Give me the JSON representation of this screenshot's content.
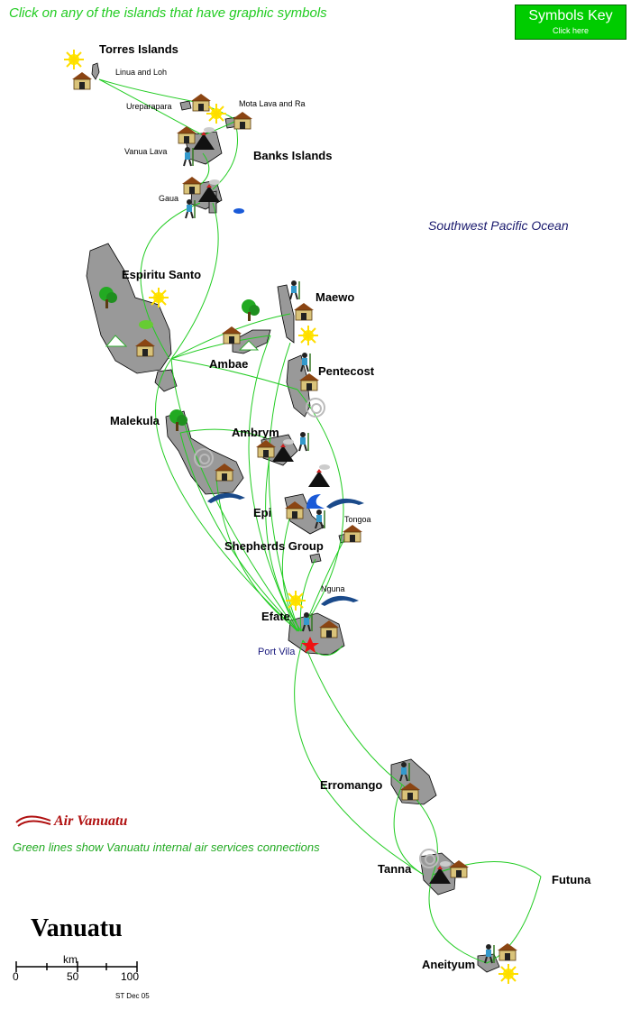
{
  "header": {
    "instruction": "Click on any of the islands that have graphic symbols",
    "key_button_title": "Symbols Key",
    "key_button_sub": "Click here"
  },
  "ocean_label": "Southwest Pacific Ocean",
  "islands": {
    "torres": "Torres Islands",
    "linua": "Linua and Loh",
    "ureparapara": "Ureparapara",
    "mota_lava": "Mota Lava and Ra",
    "vanua_lava": "Vanua Lava",
    "banks": "Banks Islands",
    "gaua": "Gaua",
    "santo": "Espiritu Santo",
    "maewo": "Maewo",
    "ambae": "Ambae",
    "pentecost": "Pentecost",
    "malekula": "Malekula",
    "ambrym": "Ambrym",
    "epi": "Epi",
    "tongoa": "Tongoa",
    "shepherds": "Shepherds Group",
    "nguna": "Nguna",
    "efate": "Efate",
    "port_vila": "Port Vila",
    "erromango": "Erromango",
    "tanna": "Tanna",
    "futuna": "Futuna",
    "aneityum": "Aneityum"
  },
  "airline_name": "Air Vanuatu",
  "legend_note": "Green lines show Vanuatu internal air services connections",
  "country_title": "Vanuatu",
  "scale": {
    "unit": "km",
    "ticks": [
      "0",
      "50",
      "100"
    ]
  },
  "credit": "ST Dec 05",
  "colors": {
    "route": "#22cc22",
    "land": "#999999",
    "accent": "#00cc00",
    "ocean_text": "#1a1a6e"
  },
  "symbols": [
    "hut-icon",
    "sun-icon",
    "volcano-icon",
    "hiker-icon",
    "tree-icon",
    "dolphin-icon",
    "wave-icon",
    "spiral-icon",
    "red-star-icon"
  ]
}
